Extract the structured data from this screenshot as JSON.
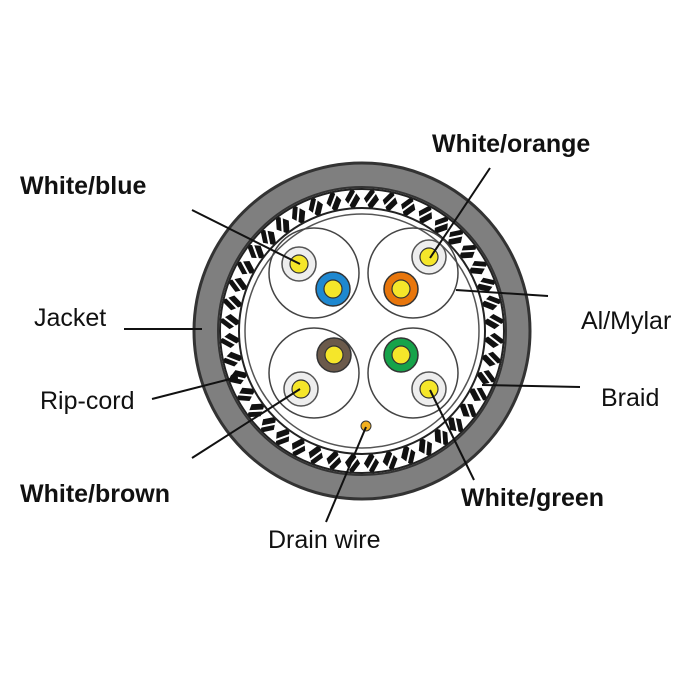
{
  "labels": {
    "white_orange": "White/orange",
    "white_blue": "White/blue",
    "jacket": "Jacket",
    "al_mylar": "Al/Mylar",
    "rip_cord": "Rip-cord",
    "braid": "Braid",
    "white_brown": "White/brown",
    "white_green": "White/green",
    "drain_wire": "Drain wire"
  },
  "colors": {
    "jacket": "#7f7f7f",
    "braid_light": "#ffffff",
    "braid_dark": "#111111",
    "blue": "#1e88d0",
    "orange": "#e8760c",
    "brown": "#6b5a4b",
    "green": "#16a34a",
    "white_stripe": "#eeeeee",
    "conductor": "#f5e62a",
    "drain": "#f2b01e"
  }
}
